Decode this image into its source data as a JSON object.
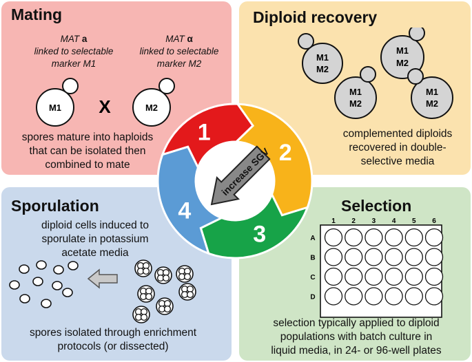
{
  "mating": {
    "title": "Mating",
    "mat_a_italic": "MAT",
    "mat_a_bold": "a",
    "mat_a_line2": "linked to selectable",
    "mat_a_line3": "marker M1",
    "mat_alpha_italic": "MAT",
    "mat_alpha_symbol": "α",
    "mat_alpha_line2": "linked to selectable",
    "mat_alpha_line3": "marker M2",
    "cell_m1": "M1",
    "cell_m2": "M2",
    "cross": "X",
    "caption_line1": "spores mature into haploids",
    "caption_line2": "that can be isolated then",
    "caption_line3": "combined to mate"
  },
  "diploid": {
    "title": "Diploid recovery",
    "cell_line1": "M1",
    "cell_line2": "M2",
    "caption_line1": "complemented diploids",
    "caption_line2": "recovered in double-",
    "caption_line3": "selective media"
  },
  "sporulation": {
    "title": "Sporulation",
    "caption_line1": "diploid cells induced to",
    "caption_line2": "sporulate in potassium",
    "caption_line3": "acetate media",
    "bottom_line1": "spores isolated through enrichment",
    "bottom_line2": "protocols (or dissected)"
  },
  "selection": {
    "title": "Selection",
    "columns": [
      "1",
      "2",
      "3",
      "4",
      "5",
      "6"
    ],
    "rows": [
      "A",
      "B",
      "C",
      "D"
    ],
    "caption_line1": "selection typically applied to diploid",
    "caption_line2": "populations with batch culture in",
    "caption_line3": "liquid media, in 24- or 96-well plates"
  },
  "cycle": {
    "steps": [
      {
        "number": "1",
        "color": "#e3191b"
      },
      {
        "number": "2",
        "color": "#f8b31a"
      },
      {
        "number": "3",
        "color": "#17a348"
      },
      {
        "number": "4",
        "color": "#5b9bd5"
      }
    ],
    "arrow_label": "increase SGV"
  }
}
